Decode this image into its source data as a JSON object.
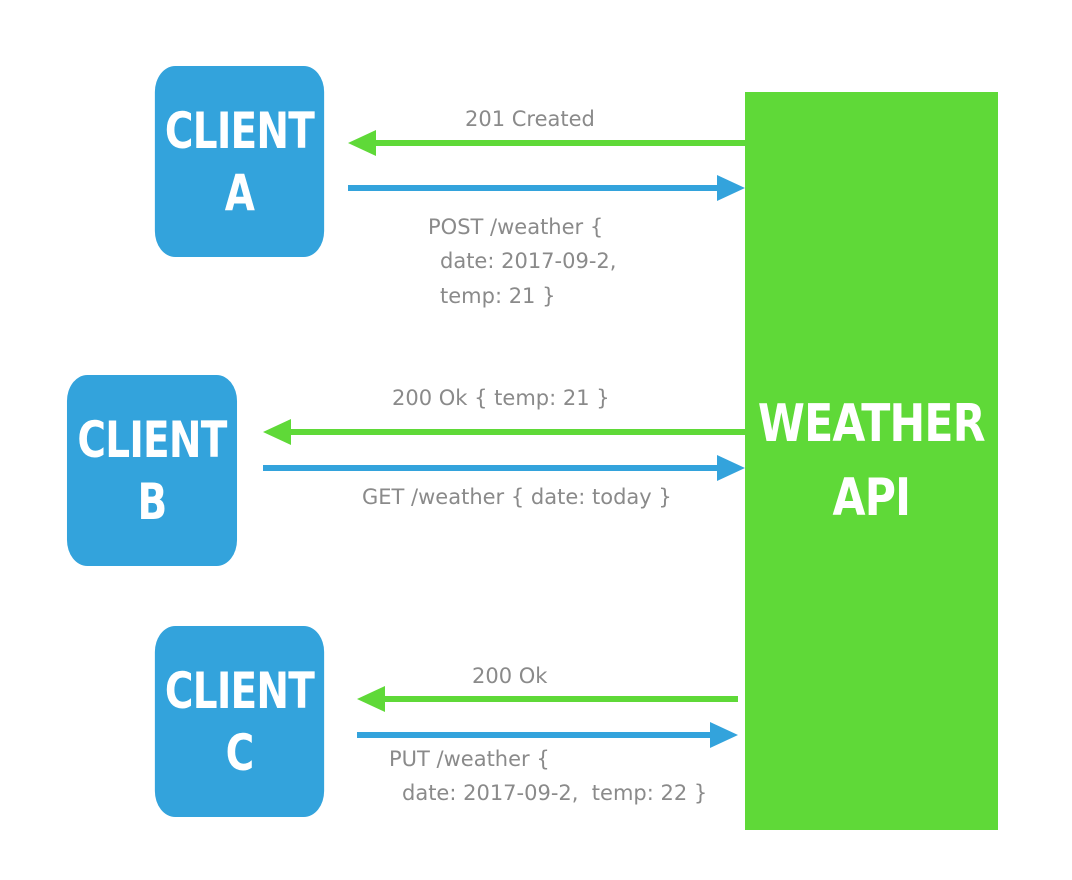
{
  "colors": {
    "client_fill": "#33a3dc",
    "api_fill": "#5fd938",
    "request_arrow": "#33a3dc",
    "response_arrow": "#5fd938",
    "label_text": "#8a8a8a"
  },
  "clients": [
    {
      "line1": "CLIENT",
      "line2": "A"
    },
    {
      "line1": "CLIENT",
      "line2": "B"
    },
    {
      "line1": "CLIENT",
      "line2": "C"
    }
  ],
  "api": {
    "line1": "WEATHER",
    "line2": "API"
  },
  "messages": {
    "a_response": "201 Created",
    "a_request_line1": "POST /weather {",
    "a_request_line2": "date: 2017-09-2,",
    "a_request_line3": "temp: 21 }",
    "b_response": "200 Ok { temp: 21 }",
    "b_request": "GET /weather { date: today }",
    "c_response": "200 Ok",
    "c_request_line1": "PUT /weather {",
    "c_request_line2": "date: 2017-09-2,  temp: 22 }"
  }
}
